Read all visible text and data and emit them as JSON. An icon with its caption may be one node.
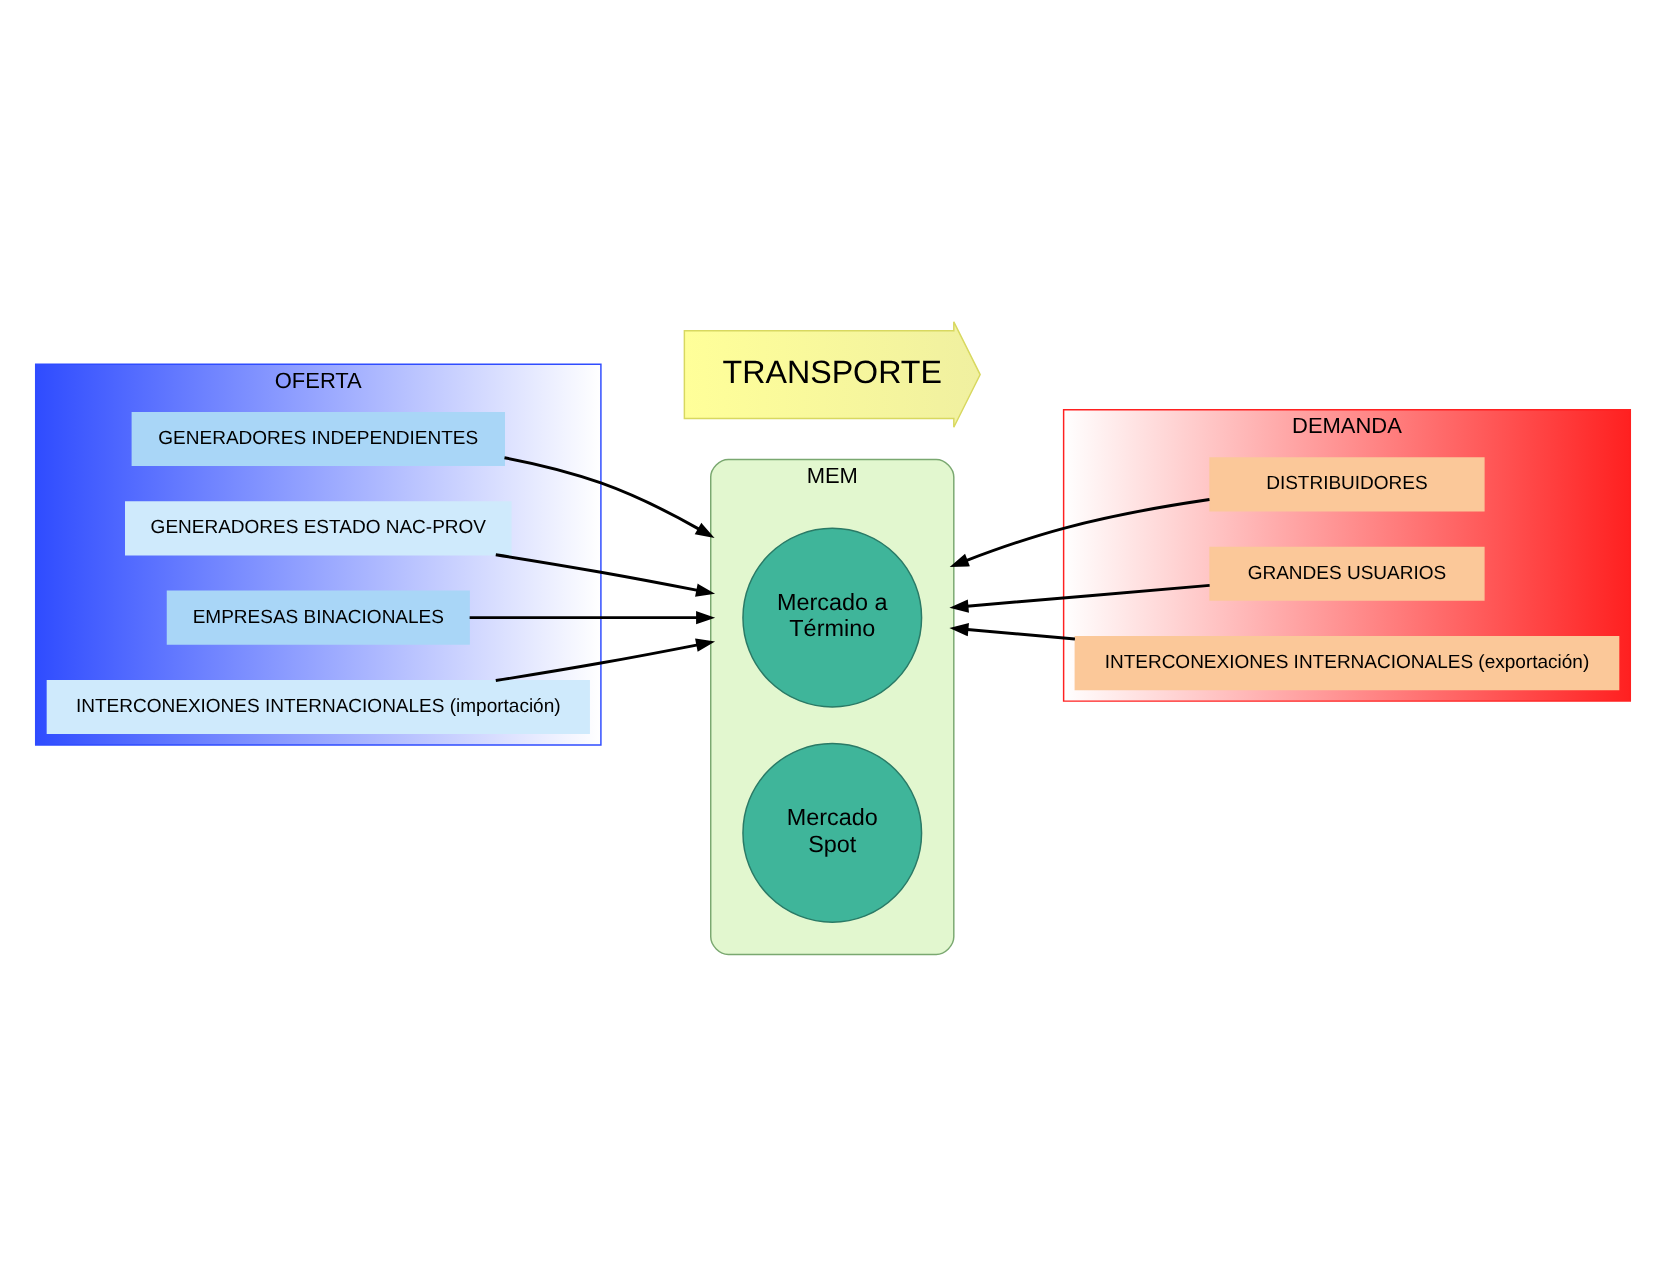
{
  "diagram": {
    "nodes": [
      {
        "text": [
          "OFERTA"
        ]
      },
      {
        "text": [
          "GENERADORES INDEPENDIENTES"
        ],
        "in": 0
      },
      {
        "text": [
          "GENERADORES ESTADO NAC-PROV"
        ],
        "in": 0
      },
      {
        "text": [
          "EMPRESAS BINACIONALES"
        ],
        "in": 0
      },
      {
        "text": [
          "INTERCONEXIONES INTERNACIONALES (importación)"
        ],
        "in": 0
      },
      {
        "text": [
          "TRANSPORTE"
        ]
      },
      {
        "text": [
          "DEMANDA"
        ]
      },
      {
        "text": [
          "DISTRIBUIDORES"
        ],
        "in": 6
      },
      {
        "text": [
          "GRANDES USUARIOS"
        ],
        "in": 6
      },
      {
        "text": [
          "INTERCONEXIONES INTERNACIONALES (exportación)"
        ],
        "in": 6
      },
      {
        "text": [
          "MEM"
        ]
      },
      {
        "text": [
          "Mercado a Término"
        ],
        "in": 10
      },
      {
        "text": [
          "Mercado Spot"
        ],
        "in": 10
      }
    ],
    "edges": [
      {
        "from": 1,
        "to": 10,
        "arrow": "to"
      },
      {
        "from": 2,
        "to": 10,
        "arrow": "to"
      },
      {
        "from": 3,
        "to": 10,
        "arrow": "to"
      },
      {
        "from": 4,
        "to": 10,
        "arrow": "to"
      },
      {
        "from": 7,
        "to": 10,
        "arrow": "to"
      },
      {
        "from": 8,
        "to": 10,
        "arrow": "to"
      },
      {
        "from": 9,
        "to": 10,
        "arrow": "to"
      }
    ]
  }
}
